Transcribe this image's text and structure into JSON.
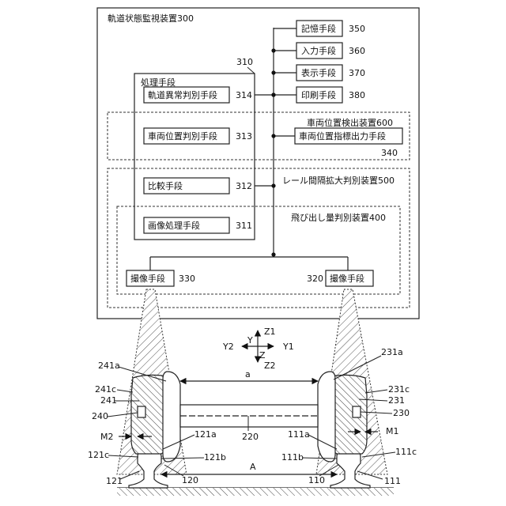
{
  "device": {
    "title": "軌道状態監視装置300",
    "processing_label": "処理手段",
    "processing_ref": "310"
  },
  "processing_units": [
    {
      "label": "軌道異常判別手段",
      "ref": "314"
    },
    {
      "label": "車両位置判別手段",
      "ref": "313"
    },
    {
      "label": "比較手段",
      "ref": "312"
    },
    {
      "label": "画像処理手段",
      "ref": "311"
    }
  ],
  "bus_units": [
    {
      "label": "記憶手段",
      "ref": "350"
    },
    {
      "label": "入力手段",
      "ref": "360"
    },
    {
      "label": "表示手段",
      "ref": "370"
    },
    {
      "label": "印刷手段",
      "ref": "380"
    }
  ],
  "vehicle_position_device": {
    "title": "車両位置検出装置600",
    "unit_label": "車両位置指標出力手段",
    "unit_ref": "340"
  },
  "rail_gap_device": {
    "title": "レール間隔拡大判別装置500"
  },
  "protrusion_device": {
    "title": "飛び出し量判別装置400"
  },
  "cameras": [
    {
      "label": "撮像手段",
      "ref": "330"
    },
    {
      "label": "撮像手段",
      "ref": "320"
    }
  ],
  "axes": {
    "z1": "Z1",
    "z2": "Z2",
    "z": "Z",
    "y": "Y",
    "y1": "Y1",
    "y2": "Y2"
  },
  "refs": {
    "r241a": "241a",
    "r241c": "241c",
    "r241": "241",
    "r240": "240",
    "rM2": "M2",
    "r121c": "121c",
    "r121": "121",
    "r121a": "121a",
    "r121b": "121b",
    "r120": "120",
    "r231a": "231a",
    "r231c": "231c",
    "r231": "231",
    "r230": "230",
    "rM1": "M1",
    "r111a": "111a",
    "r111b": "111b",
    "r111c": "111c",
    "r111": "111",
    "r110": "110",
    "r220": "220",
    "dim_a": "a",
    "dim_A": "A"
  }
}
